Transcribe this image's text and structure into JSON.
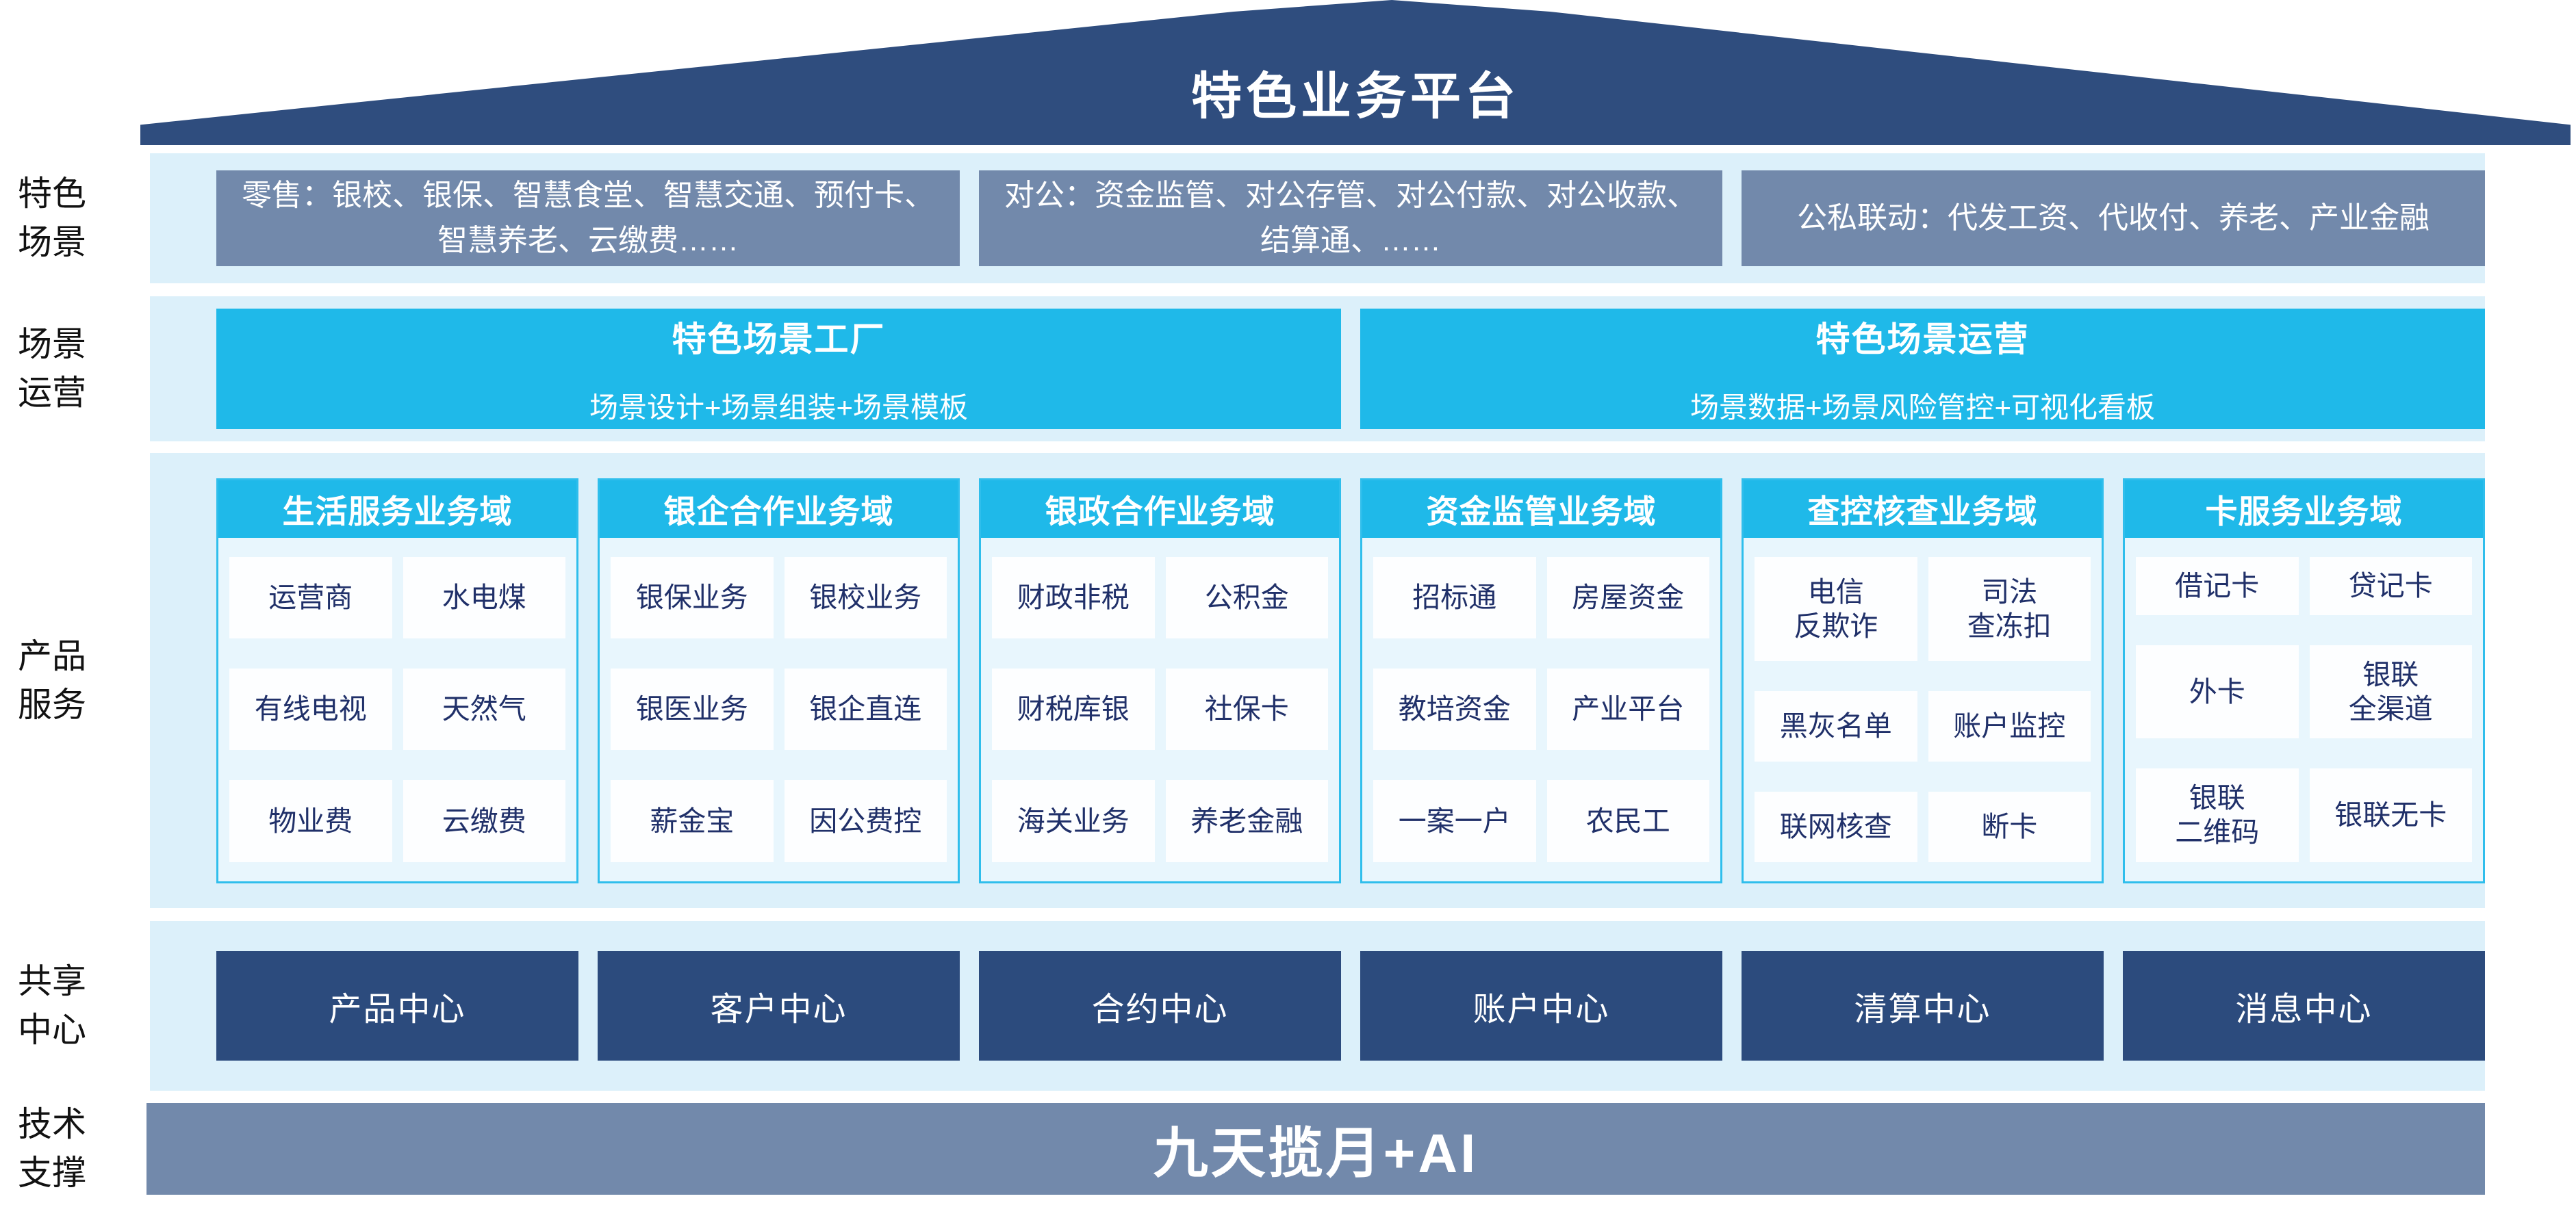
{
  "title": "特色业务平台",
  "colors": {
    "roof_navy": "#2F4D7E",
    "center_navy": "#2C4B7D",
    "slate_blue": "#7289AB",
    "cyan": "#1FB9E9",
    "cyan_border": "#2FBEEC",
    "band_light_blue": "#DCF0FA",
    "cell_text_navy": "#203069"
  },
  "rows": {
    "scenarios": {
      "label": "特色\n场景",
      "boxes": [
        "零售：银校、银保、智慧食堂、智慧交通、预付卡、智慧养老、云缴费……",
        "对公：资金监管、对公存管、对公付款、对公收款、结算通、……",
        "公私联动：代发工资、代收付、养老、产业金融"
      ]
    },
    "operation": {
      "label": "场景\n运营",
      "boxes": [
        {
          "title": "特色场景工厂",
          "subtitle": "场景设计+场景组装+场景模板"
        },
        {
          "title": "特色场景运营",
          "subtitle": "场景数据+场景风险管控+可视化看板"
        }
      ]
    },
    "products": {
      "label": "产品\n服务",
      "columns": [
        {
          "header": "生活服务业务域",
          "cells": [
            "运营商",
            "水电煤",
            "有线电视",
            "天然气",
            "物业费",
            "云缴费"
          ]
        },
        {
          "header": "银企合作业务域",
          "cells": [
            "银保业务",
            "银校业务",
            "银医业务",
            "银企直连",
            "薪金宝",
            "因公费控"
          ]
        },
        {
          "header": "银政合作业务域",
          "cells": [
            "财政非税",
            "公积金",
            "财税库银",
            "社保卡",
            "海关业务",
            "养老金融"
          ]
        },
        {
          "header": "资金监管业务域",
          "cells": [
            "招标通",
            "房屋资金",
            "教培资金",
            "产业平台",
            "一案一户",
            "农民工"
          ]
        },
        {
          "header": "查控核查业务域",
          "cells": [
            "电信\n反欺诈",
            "司法\n查冻扣",
            "黑灰名单",
            "账户监控",
            "联网核查",
            "断卡"
          ]
        },
        {
          "header": "卡服务业务域",
          "cells": [
            "借记卡",
            "贷记卡",
            "外卡",
            "银联\n全渠道",
            "银联\n二维码",
            "银联无卡"
          ]
        }
      ]
    },
    "shared": {
      "label": "共享\n中心",
      "centers": [
        "产品中心",
        "客户中心",
        "合约中心",
        "账户中心",
        "清算中心",
        "消息中心"
      ]
    },
    "tech": {
      "label": "技术\n支撑",
      "bar": "九天揽月+AI"
    }
  }
}
